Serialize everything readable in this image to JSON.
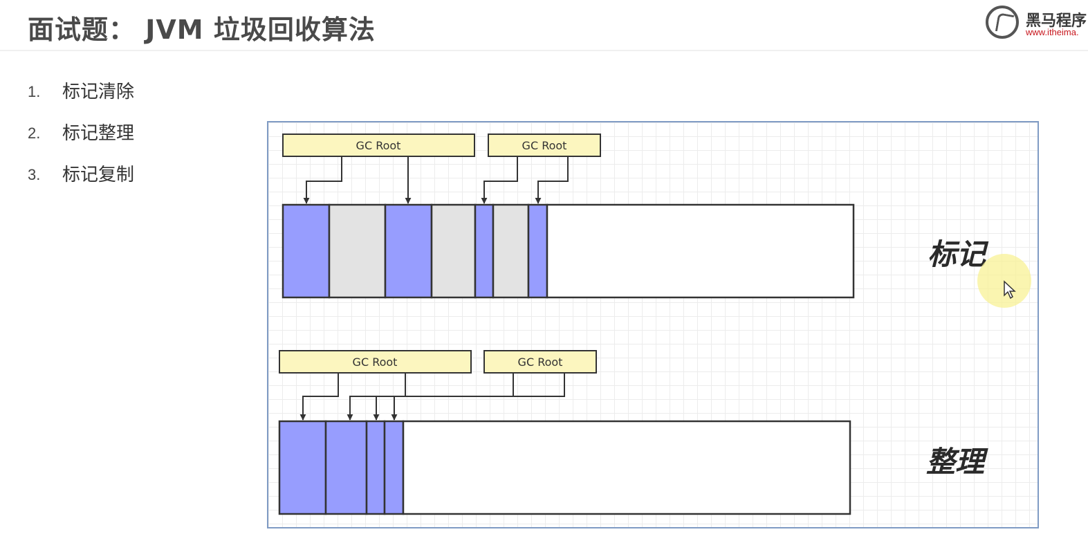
{
  "header": {
    "title": "面试题： JVM 垃圾回收算法",
    "logo": {
      "name": "黑马程序",
      "url": "www.itheima.",
      "icon": "horse-head-logo-icon"
    }
  },
  "list": [
    {
      "num": "1.",
      "text": "标记清除"
    },
    {
      "num": "2.",
      "text": "标记整理"
    },
    {
      "num": "3.",
      "text": "标记复制"
    }
  ],
  "diagram": {
    "colors": {
      "live": "#979dfe",
      "garbage": "#e3e3e3",
      "free": "#ffffff",
      "root_fill": "#fcf6bf",
      "stroke": "#333333",
      "frame": "#7f9bc4"
    },
    "mark_section": {
      "label": "标记",
      "roots": [
        {
          "label": "GC Root"
        },
        {
          "label": "GC Root"
        }
      ],
      "heap_cells": [
        {
          "state": "live",
          "size": 67
        },
        {
          "state": "garbage",
          "size": 81
        },
        {
          "state": "live",
          "size": 67
        },
        {
          "state": "garbage",
          "size": 63
        },
        {
          "state": "live",
          "size": 26
        },
        {
          "state": "garbage",
          "size": 51
        },
        {
          "state": "live",
          "size": 27
        },
        {
          "state": "free",
          "size": 443
        }
      ]
    },
    "compact_section": {
      "label": "整理",
      "roots": [
        {
          "label": "GC Root"
        },
        {
          "label": "GC Root"
        }
      ],
      "heap_cells": [
        {
          "state": "live",
          "size": 67
        },
        {
          "state": "live",
          "size": 59
        },
        {
          "state": "live",
          "size": 26
        },
        {
          "state": "live",
          "size": 27
        },
        {
          "state": "free",
          "size": 646
        }
      ]
    }
  },
  "cursor": {
    "icon": "mouse-pointer-icon"
  }
}
